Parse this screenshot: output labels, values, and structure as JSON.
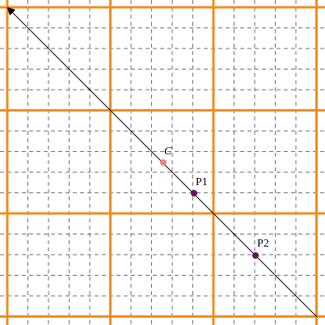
{
  "figure": {
    "colors": {
      "background": "#ffffff",
      "major_grid": "#f28c1e",
      "minor_grid": "#6e6e6e",
      "line": "#000000",
      "point_C": "#f08080",
      "point_P": "#6a0d6a"
    },
    "grid": {
      "major": true,
      "minor": true,
      "minor_style": "dashed"
    },
    "line": {
      "style": "solid",
      "arrowhead": "top-left"
    },
    "points": {
      "C": {
        "label": "C",
        "italic": true,
        "color": "#f08080"
      },
      "P1": {
        "label": "P1",
        "italic": false,
        "color": "#6a0d6a"
      },
      "P2": {
        "label": "P2",
        "italic": false,
        "color": "#6a0d6a"
      }
    }
  }
}
